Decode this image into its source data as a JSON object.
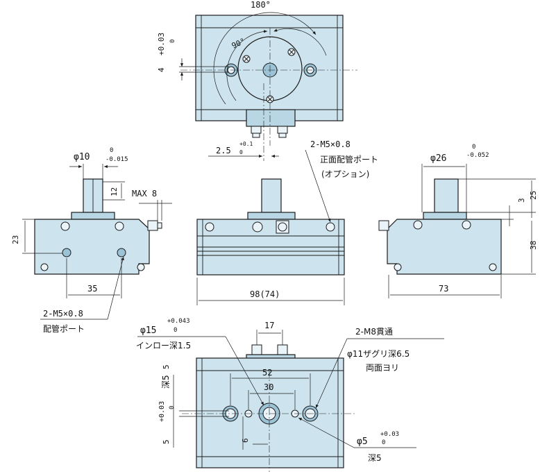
{
  "top_view": {
    "angle_full": "180°",
    "angle_half": "90°",
    "tol_plus": "+0.03",
    "tol_zero": "0",
    "offset_4": "4",
    "dim_2_5": "2.5",
    "dim_2_5_plus": "+0.1",
    "dim_2_5_zero": "0"
  },
  "front_view": {
    "shaft_dia_label": "φ10",
    "shaft_dia_tol_upper": "0",
    "shaft_dia_tol_lower": "-0.015",
    "flat_12": "12",
    "max_8": "MAX 8",
    "height_23": "23",
    "width_35": "35",
    "width_98": "98(74)",
    "port_left_line1": "2-M5×0.8",
    "port_left_line2": "配管ポート",
    "port_front_line1": "2-M5×0.8",
    "port_front_line2": "正面配管ポート",
    "port_front_line3": "(オプション)"
  },
  "side_view": {
    "shaft_dia_label": "φ26",
    "shaft_dia_tol_upper": "0",
    "shaft_dia_tol_lower": "-0.052",
    "dim_25": "25",
    "dim_3": "3",
    "dim_38": "38",
    "width_73": "73"
  },
  "bottom_view": {
    "pilot_label": "φ15",
    "pilot_tol_upper": "+0.043",
    "pilot_tol_lower": "0",
    "pilot_desc": "インロー深1.5",
    "dim_17": "17",
    "dim_52": "52",
    "dim_30": "30",
    "dim_6": "6",
    "depth_5_a": "深5",
    "depth_5_b": "5",
    "tol_plus": "+0.03",
    "tol_zero": "0",
    "thru_label": "2-M8貫通",
    "cbore_label": "φ11ザグリ深6.5",
    "cbore_desc": "両面ヨリ",
    "pin_label": "φ5",
    "pin_tol_upper": "+0.03",
    "pin_tol_lower": "0",
    "pin_depth": "深5"
  }
}
